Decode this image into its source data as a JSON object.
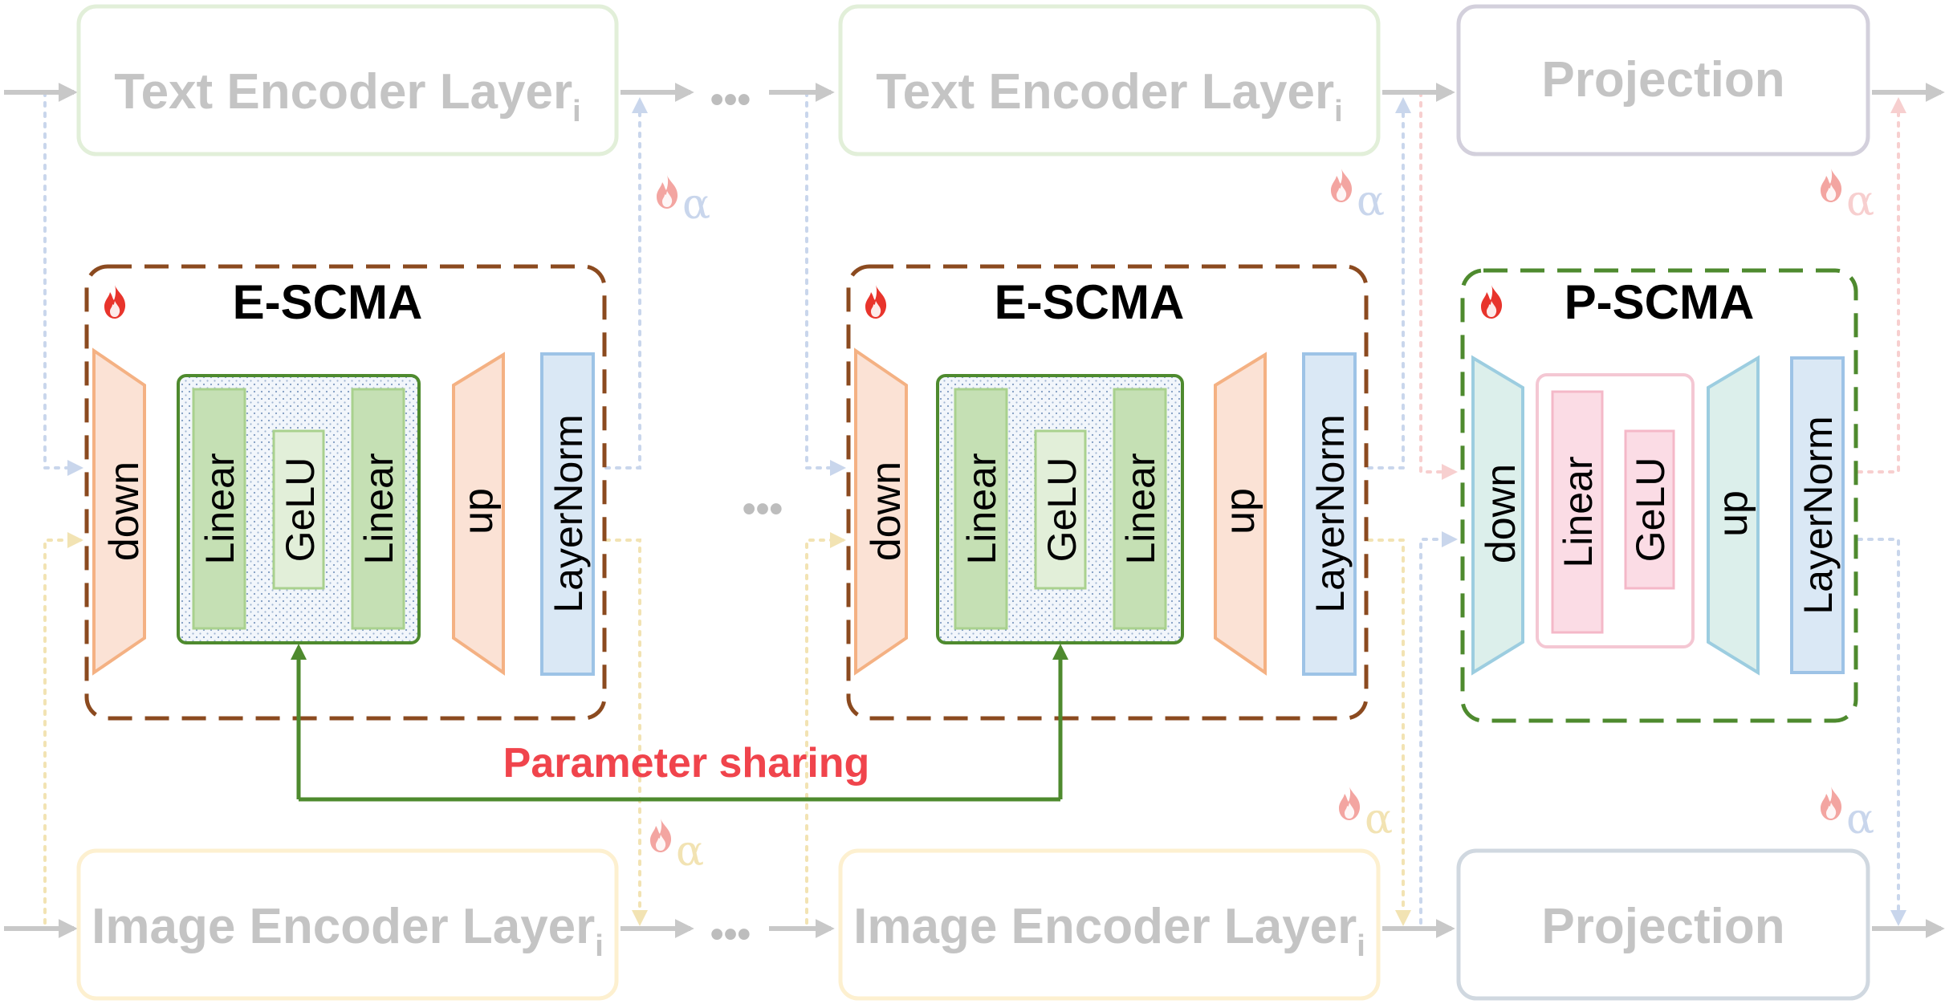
{
  "text_encoder_left": {
    "label": "Text Encoder Layer",
    "subscript": "i"
  },
  "text_encoder_right": {
    "label": "Text Encoder Layer",
    "subscript": "i"
  },
  "text_projection": {
    "label": "Projection"
  },
  "image_encoder_left": {
    "label": "Image Encoder Layer",
    "subscript": "i"
  },
  "image_encoder_right": {
    "label": "Image Encoder Layer",
    "subscript": "i"
  },
  "image_projection": {
    "label": "Projection"
  },
  "ellipsis": "•••",
  "escma_left": {
    "title": "E-SCMA",
    "down": "down",
    "linear1": "Linear",
    "gelu": "GeLU",
    "linear2": "Linear",
    "up": "up",
    "norm": "LayerNorm"
  },
  "escma_right": {
    "title": "E-SCMA",
    "down": "down",
    "linear1": "Linear",
    "gelu": "GeLU",
    "linear2": "Linear",
    "up": "up",
    "norm": "LayerNorm"
  },
  "pscma": {
    "title": "P-SCMA",
    "down": "down",
    "linear": "Linear",
    "gelu": "GeLU",
    "up": "up",
    "norm": "LayerNorm"
  },
  "sharing_label": "Parameter sharing",
  "alpha_symbol": "α",
  "colors": {
    "text_encoder_border": "#e2efd9",
    "image_encoder_border": "#fdf0d0",
    "projection_text_border": "#d3d0dc",
    "projection_image_border": "#d0d8e0",
    "escma_border": "#8b4a1f",
    "pscma_border": "#4e8a2e",
    "down_up_fill": "#fbe2d5",
    "down_up_stroke": "#f4b183",
    "norm_fill": "#dae8f5",
    "norm_stroke": "#9dc3e6",
    "linear_fill": "#c5e0b4",
    "linear_stroke": "#a9d18e",
    "p_trap_fill": "#dcefeb",
    "p_trap_stroke": "#9ccde0",
    "p_linear_fill": "#fbdce5",
    "p_linear_stroke": "#f4b8c8",
    "sharing_arrow": "#4e8a2e",
    "sharing_text": "#f0444c",
    "text_path": "#b4c7e7",
    "image_path": "#f2dfa6",
    "projection_path": "#f6c6c6",
    "image_projection_path": "#b4c7e7"
  },
  "icons": [
    "fire-icon"
  ]
}
